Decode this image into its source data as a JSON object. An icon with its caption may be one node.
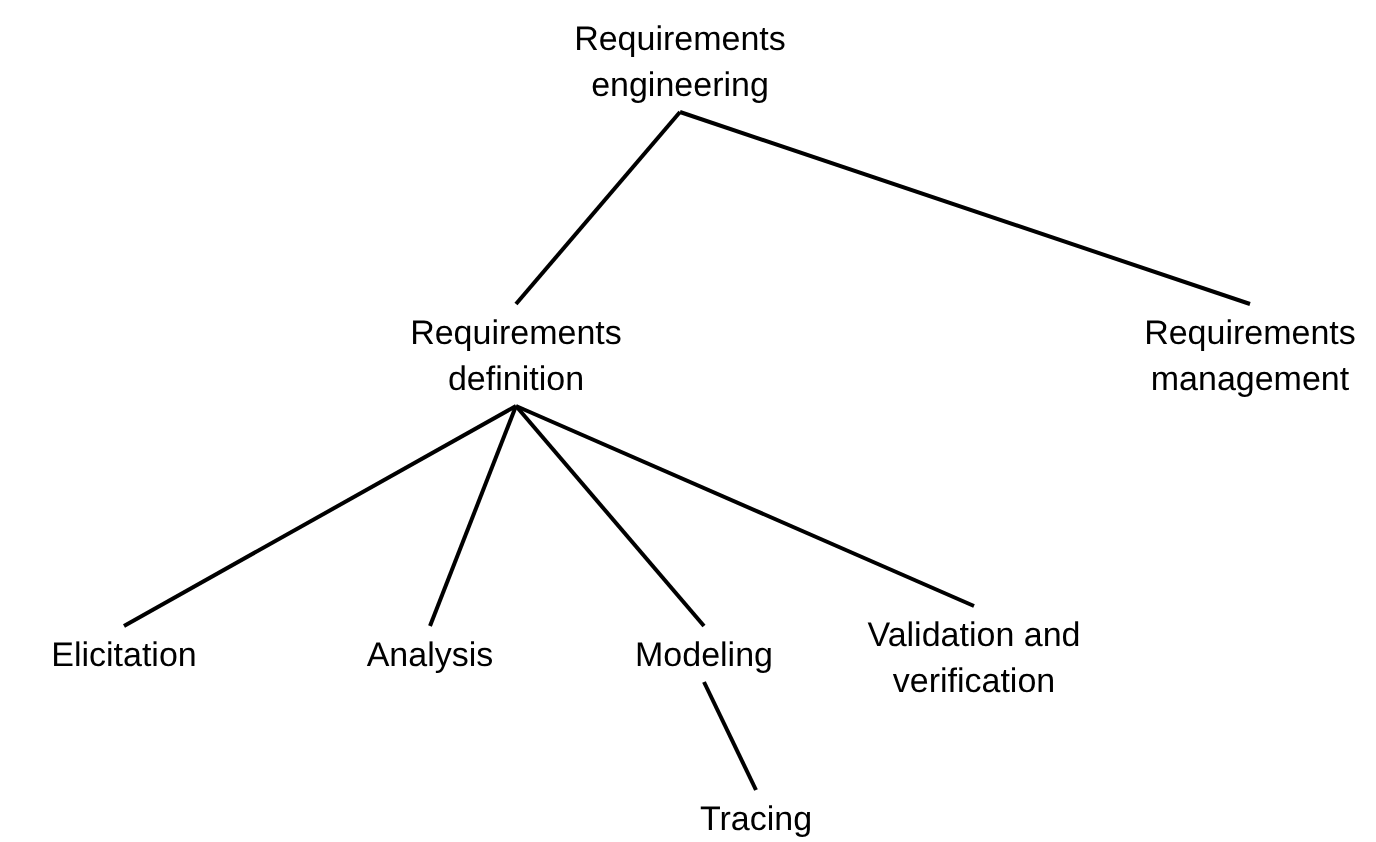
{
  "diagram": {
    "nodes": [
      {
        "text": [
          "Requirements engineering"
        ]
      },
      {
        "text": [
          "Requirements definition"
        ]
      },
      {
        "text": [
          "Requirements management"
        ]
      },
      {
        "text": [
          "Elicitation"
        ]
      },
      {
        "text": [
          "Analysis"
        ]
      },
      {
        "text": [
          "Modeling"
        ]
      },
      {
        "text": [
          "Validation and verification"
        ]
      },
      {
        "text": [
          "Tracing"
        ]
      }
    ],
    "edges": [
      {
        "from": 0,
        "to": 1,
        "arrow": "none"
      },
      {
        "from": 0,
        "to": 2,
        "arrow": "none"
      },
      {
        "from": 1,
        "to": 3,
        "arrow": "none"
      },
      {
        "from": 1,
        "to": 4,
        "arrow": "none"
      },
      {
        "from": 1,
        "to": 5,
        "arrow": "none"
      },
      {
        "from": 1,
        "to": 6,
        "arrow": "none"
      },
      {
        "from": 5,
        "to": 7,
        "arrow": "none"
      }
    ]
  }
}
